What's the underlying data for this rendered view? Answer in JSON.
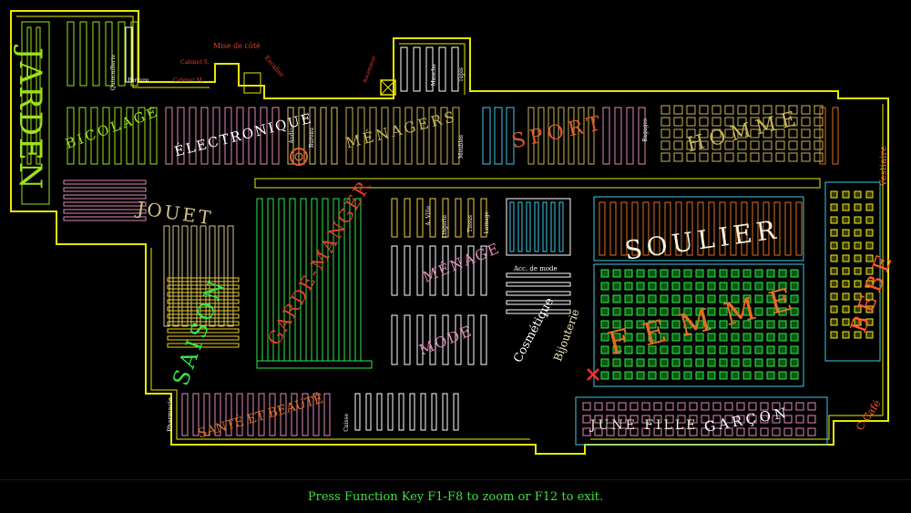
{
  "colors": {
    "background": "#000000",
    "wall": "#e8e800",
    "jardin": "#9be21b",
    "bricolage": "#9be21b",
    "electronique": "#ffffff",
    "menagers": "#c8b45a",
    "sport": "#e05a2a",
    "homme": "#c8b45a",
    "jouet": "#d2c38a",
    "saison": "#2ee84a",
    "garde_manger": "#e0402a",
    "menage": "#e08ab4",
    "mode": "#e08ab4",
    "cosmetique": "#ffffff",
    "soulier": "#f4f0dc",
    "femme": "#e07020",
    "bebe": "#ff5a2a",
    "sante": "#e07020",
    "junior": "#f4f0dc",
    "garcon": "#ffffff",
    "status": "#3ee03e",
    "marker": "#ff3030"
  },
  "zones": {
    "jardin": "JARDEN",
    "bricolage": "BICOLAGE",
    "electronique": "ÉLECTRONIQUE",
    "menagers": "MÉNAGERS",
    "sport": "SPORT",
    "homme": "HOMME",
    "jouet": "JOUET",
    "saison": "SAISON",
    "garde_manger": "GARDE-MANGER",
    "menage": "MÉNAGE",
    "mode": "MODE",
    "cosmetique": "Cosmétique",
    "bijouterie": "Bijouterie",
    "soulier": "SOULIER",
    "femme": "FEMME",
    "bebe": "BEBE",
    "sante": "SANTÉ ET BEAUTÉ",
    "junior": "JUNE FILLE",
    "garcon": "GARÇON",
    "vestiaire": "Vestiaire",
    "cafe": "C-Café"
  },
  "small_labels": {
    "mise_de_cote": "Mise de côté",
    "cabinet_1": "Cabinet S.",
    "cabinet_2": "Cabinet M.",
    "escalier": "Escalier",
    "ascenseur": "Ascenseur",
    "quincaillerie": "Quincaillerie",
    "ferrure": "Ferrure",
    "manche": "Manche",
    "tapis": "Tapis",
    "meubles": "Meubles",
    "bagages": "Bagages",
    "pharmacie": "Pharmacie",
    "caisse": "Caisse",
    "acc_de_mode": "Acc. de mode",
    "a_ville": "A. Ville",
    "lingerie": "Lingerie",
    "tissus": "Tissus",
    "lainage": "Lainage",
    "audio": "Audio",
    "bureau": "Bureau"
  },
  "status": {
    "message": "Press Function Key F1-F8 to zoom  or F12 to  exit."
  }
}
